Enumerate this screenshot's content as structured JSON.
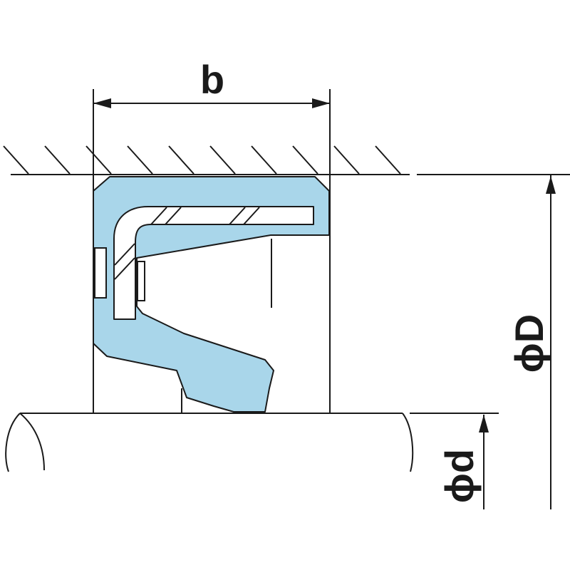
{
  "diagram": {
    "labels": {
      "width": "b",
      "outer_diameter": "ϕD",
      "shaft_diameter": "ϕd"
    },
    "colors": {
      "seal_fill": "#a9d6ea",
      "line": "#1a1a1a",
      "background": "#ffffff"
    }
  }
}
